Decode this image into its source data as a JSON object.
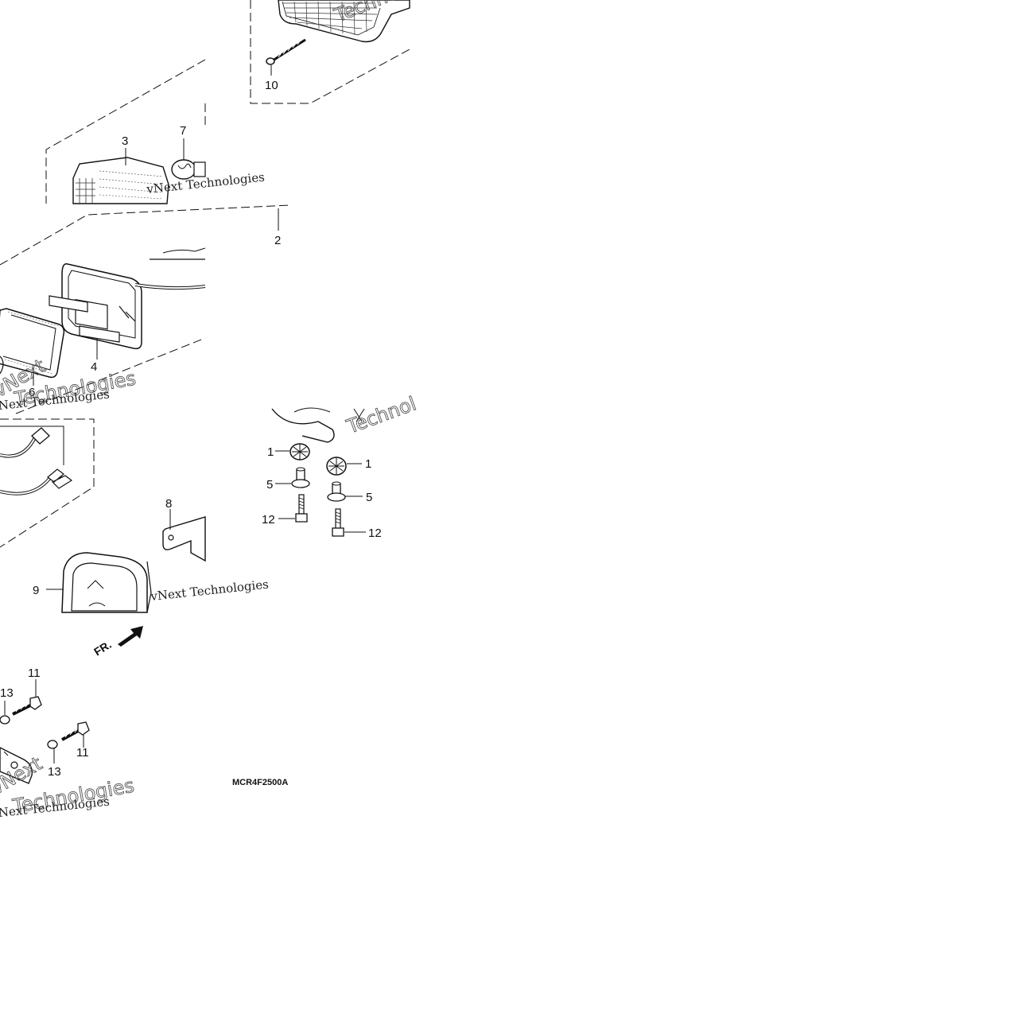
{
  "diagram": {
    "callouts": {
      "c1a": "1",
      "c1b": "1",
      "c2": "2",
      "c3": "3",
      "c4": "4",
      "c5a": "5",
      "c5b": "5",
      "c6": "6",
      "c7": "7",
      "c8": "8",
      "c9": "9",
      "c10": "10",
      "c11a": "11",
      "c11b": "11",
      "c12a": "12",
      "c12b": "12",
      "c13a": "13",
      "c13b": "13"
    },
    "front_arrow_label": "FR.",
    "figure_code": "MCR4F2500A",
    "watermark": {
      "line1": "vNext Technologies",
      "outline1": "vNext",
      "outline2": "Technologies",
      "outline3": "Technol"
    }
  }
}
